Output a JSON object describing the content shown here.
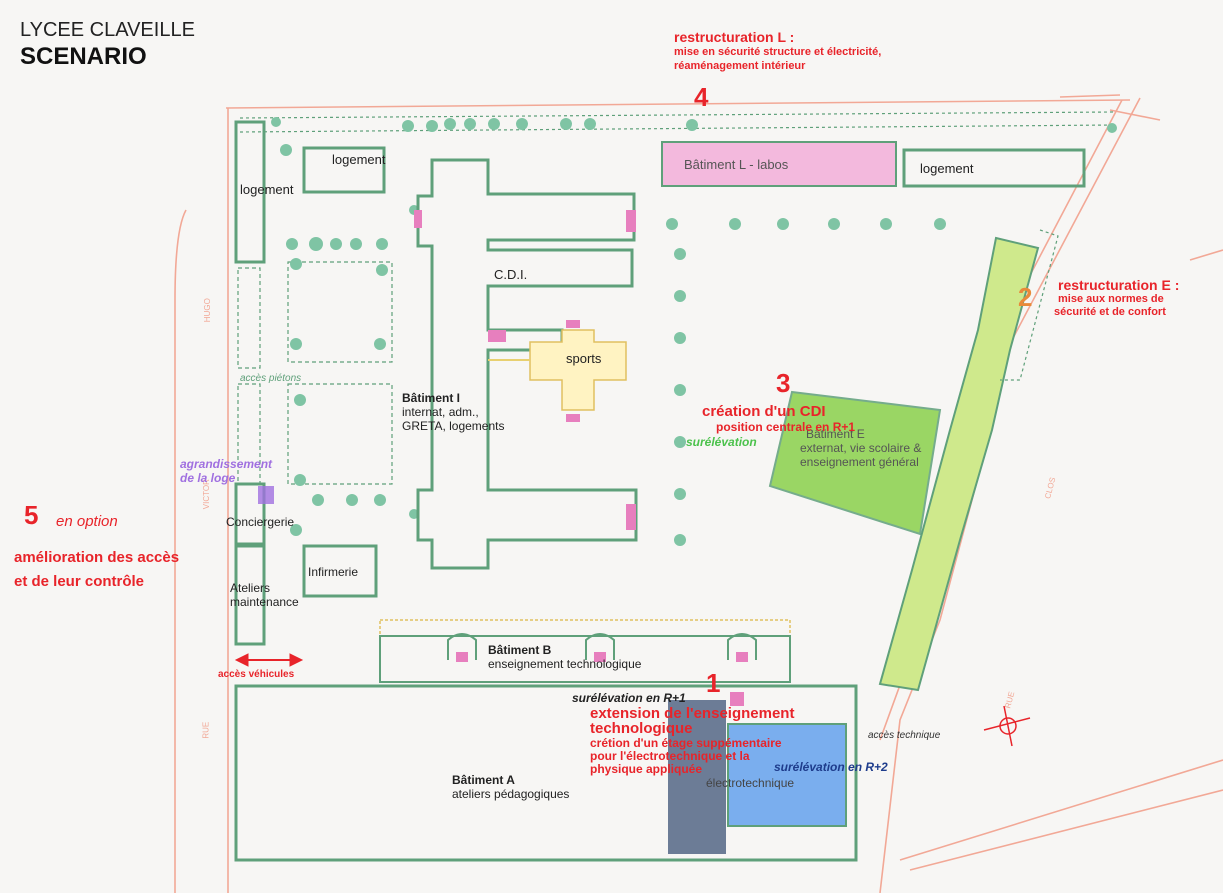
{
  "header": {
    "school": "LYCEE CLAVEILLE",
    "scenario": "SCENARIO"
  },
  "colors": {
    "wall": "#5fa07a",
    "tree": "#7fc4a4",
    "road": "#f2a896",
    "pink": "#e77fbe",
    "green_zone": "#8ad14b",
    "yellow_green_zone": "#cfe98c",
    "blue_zone": "#7aaeee",
    "grey_zone": "#6c7c96",
    "red_text": "#e8242a",
    "purple": "#a070e0"
  },
  "buildings": {
    "logement_top": "logement",
    "logement_left": "logement",
    "batiment_l": "Bâtiment L - labos",
    "logement_right": "logement",
    "cdi": "C.D.I.",
    "sports": "sports",
    "batiment_i_title": "Bâtiment I",
    "batiment_i_line1": "internat, adm.,",
    "batiment_i_line2": "GRETA, logements",
    "batiment_e_title": "Bâtiment E",
    "batiment_e_line1": "externat, vie scolaire &",
    "batiment_e_line2": "enseignement général",
    "conciergerie": "Conciergerie",
    "infirmerie": "Infirmerie",
    "ateliers_line1": "Ateliers",
    "ateliers_line2": "maintenance",
    "batiment_b_title": "Bâtiment B",
    "batiment_b_line1": "enseignement technologique",
    "batiment_a_title": "Bâtiment A",
    "batiment_a_line1": "ateliers pédagogiques",
    "electrotechnique": "électrotechnique"
  },
  "labels": {
    "acces_pietons": "accès piétons",
    "acces_vehicules": "accès véhicules",
    "acces_technique": "accès technique",
    "street_hugo": "HUGO",
    "street_victor": "VICTOR",
    "street_rue_left": "RUE",
    "street_rue_right": "RUE",
    "street_clos": "CLOS"
  },
  "annotations": {
    "n1": "1",
    "n1_surelevation": "surélévation en R+1",
    "n1_line1": "extension de l'enseignement",
    "n1_line2": "technologique",
    "n1_line3": "crétion d'un étage suppémentaire",
    "n1_line4": "pour l'électrotechnique et la",
    "n1_line5": "physique appliquée",
    "n1_surelevation_r2": "surélévation en R+2",
    "n2": "2",
    "n2_title": "restructuration E :",
    "n2_line1": "mise aux normes de",
    "n2_line2": "sécurité et de confort",
    "n3": "3",
    "n3_line1": "création d'un CDI",
    "n3_line2": "position centrale en R+1",
    "n3_surelevation": "surélévation",
    "n4": "4",
    "n4_title": "restructuration  L :",
    "n4_line1": "mise en sécurité structure et électricité,",
    "n4_line2": "réaménagement intérieur",
    "n5": "5",
    "n5_option": "en option",
    "n5_line1": "amélioration des accès",
    "n5_line2": "et de leur contrôle",
    "loge_line1": "agrandissement",
    "loge_line2": "de la loge"
  }
}
